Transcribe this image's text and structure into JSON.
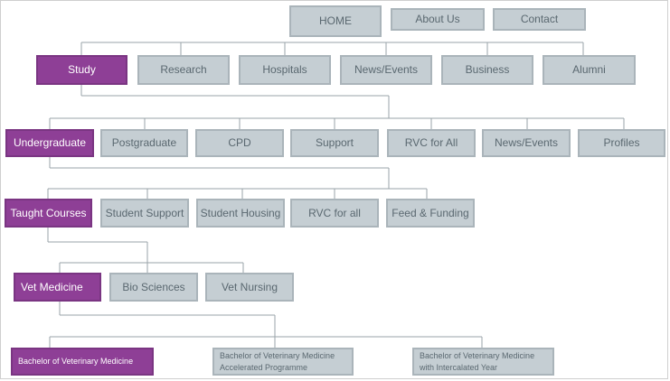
{
  "top_nav": {
    "home": "HOME",
    "about": "About Us",
    "contact": "Contact"
  },
  "level1": [
    "Study",
    "Research",
    "Hospitals",
    "News/Events",
    "Business",
    "Alumni"
  ],
  "level2": [
    "Undergraduate",
    "Postgraduate",
    "CPD",
    "Support",
    "RVC for All",
    "News/Events",
    "Profiles"
  ],
  "level3": [
    "Taught Courses",
    "Student Support",
    "Student Housing",
    "RVC for all",
    "Feed & Funding"
  ],
  "level4": [
    "Vet Medicine",
    "Bio Sciences",
    "Vet Nursing"
  ],
  "level5": [
    {
      "line1": "Bachelor of Veterinary Medicine",
      "line2": ""
    },
    {
      "line1": "Bachelor of Veterinary Medicine",
      "line2": "Accelerated Programme"
    },
    {
      "line1": "Bachelor of Veterinary Medicine",
      "line2": "with Intercalated Year"
    }
  ],
  "colors": {
    "active": "#8e3f96",
    "inactive": "#c5ced3",
    "connector": "#9aa3a8"
  }
}
